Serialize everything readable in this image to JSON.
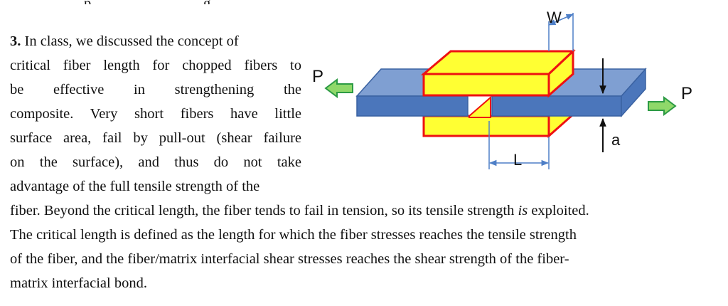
{
  "problem": {
    "number": "3.",
    "lines": [
      "In class, we discussed the concept of",
      "critical fiber length for chopped fibers to",
      "be effective in strengthening the",
      "composite. Very short fibers have little",
      "surface area, fail by pull-out (shear failure",
      "on the surface), and thus do not take",
      "advantage of the full tensile strength of the"
    ],
    "line8_before": "fiber. Beyond the critical length, the fiber tends to fail in tension, so its tensile strength ",
    "line8_emph": "is",
    "line8_after": " exploited.",
    "full_lines": [
      "The critical length is defined as the length for which the fiber stresses reaches the tensile strength",
      "of the fiber, and the fiber/matrix interfacial shear stresses reaches the shear strength of the fiber-",
      "matrix interfacial bond."
    ]
  },
  "figure": {
    "label_w": "W",
    "label_l": "L",
    "label_a": "a",
    "label_p_left": "P",
    "label_p_right": "P",
    "colors": {
      "fiber_fill": "#ffff33",
      "fiber_outline": "#ee1111",
      "matrix_top": "#7f9fd2",
      "matrix_front": "#4b76bb",
      "arrow_fill": "#8fd86a",
      "arrow_stroke": "#2c9a44",
      "dim_line": "#4e7fc7"
    }
  }
}
